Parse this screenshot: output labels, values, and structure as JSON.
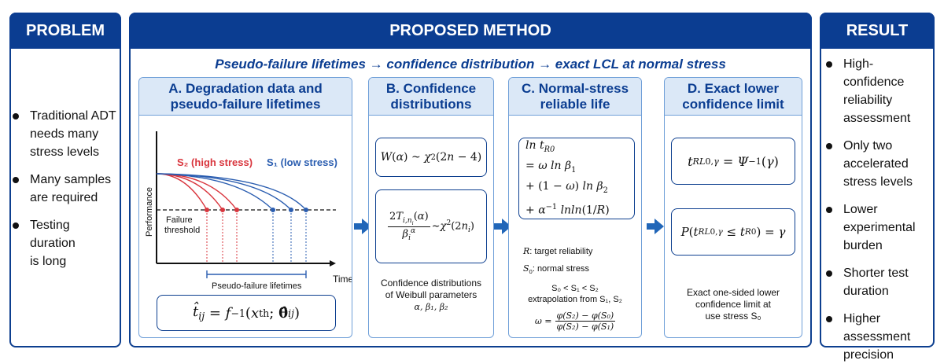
{
  "problem": {
    "title": "PROBLEM",
    "items": [
      [
        "Traditional ADT",
        "needs many",
        "stress levels"
      ],
      [
        "Many samples",
        "are required"
      ],
      [
        "Testing duration",
        "is long"
      ]
    ]
  },
  "method": {
    "title": "PROPOSED METHOD",
    "flow_text": "Pseudo-failure lifetimes → confidence distribution → exact LCL at normal stress",
    "panel_a": {
      "title_1": "A. Degradation data and",
      "title_2": "pseudo-failure lifetimes",
      "s2_label": "S₂ (high stress)",
      "s1_label": "S₁ (low stress)",
      "y_axis_label": "Performance",
      "x_axis_label": "Time",
      "threshold_1": "Failure",
      "threshold_2": "threshold",
      "pseudo_label": "Pseudo-failure lifetimes",
      "equation": "t̂ᵢⱼ = f⁻¹(xₜₕ; θ̂ᵢⱼ)"
    },
    "panel_b": {
      "title_1": "B. Confidence",
      "title_2": "distributions",
      "eq1": "W(α) ~ χ²(2n − 4)",
      "eq2_num": "2Tᵢ,ₙᵢ(α)",
      "eq2_den": "βᵢ^α",
      "eq2_rhs": "~χ²(2nᵢ)",
      "caption_1": "Confidence distributions",
      "caption_2": "of Weibull parameters",
      "caption_3": "α,  β₁, β₂"
    },
    "panel_c": {
      "title_1": "C. Normal-stress",
      "title_2": "reliable life",
      "eq_lines": [
        "ln t_R0",
        "= ω ln β₁",
        "+ (1 − ω) ln β₂",
        "+ α⁻¹ lnln(1/R)"
      ],
      "def_r": ": target reliability",
      "def_s0": ": normal stress",
      "order": "S₀ < S₁ < S₂",
      "extrap": "extrapolation from S₁, S₂",
      "omega_lhs": "ω =",
      "omega_num": "φ(S₂) − φ(S₀)",
      "omega_den": "φ(S₂) − φ(S₁)"
    },
    "panel_d": {
      "title_1": "D. Exact lower",
      "title_2": "confidence limit",
      "eq1": "t_RL0,γ = Ψ⁻¹(γ)",
      "eq2": "P(t_RL0,γ ≤ t_R0) = γ",
      "caption_1": "Exact one-sided lower",
      "caption_2": "confidence limit at",
      "caption_3": "use stress S₀"
    }
  },
  "result": {
    "title": "RESULT",
    "items": [
      [
        "High-confidence",
        "reliability",
        "assessment"
      ],
      [
        "Only two",
        "accelerated",
        "stress levels"
      ],
      [
        "Lower",
        "experimental",
        "burden"
      ],
      [
        "Shorter test",
        "duration"
      ],
      [
        "Higher",
        "assessment",
        "precision"
      ]
    ]
  },
  "colors": {
    "navy": "#0b3d91",
    "panel_fill": "#dbe8f7",
    "high_stress": "#d9363e",
    "low_stress": "#2a5db0",
    "arrow": "#2166b8"
  }
}
